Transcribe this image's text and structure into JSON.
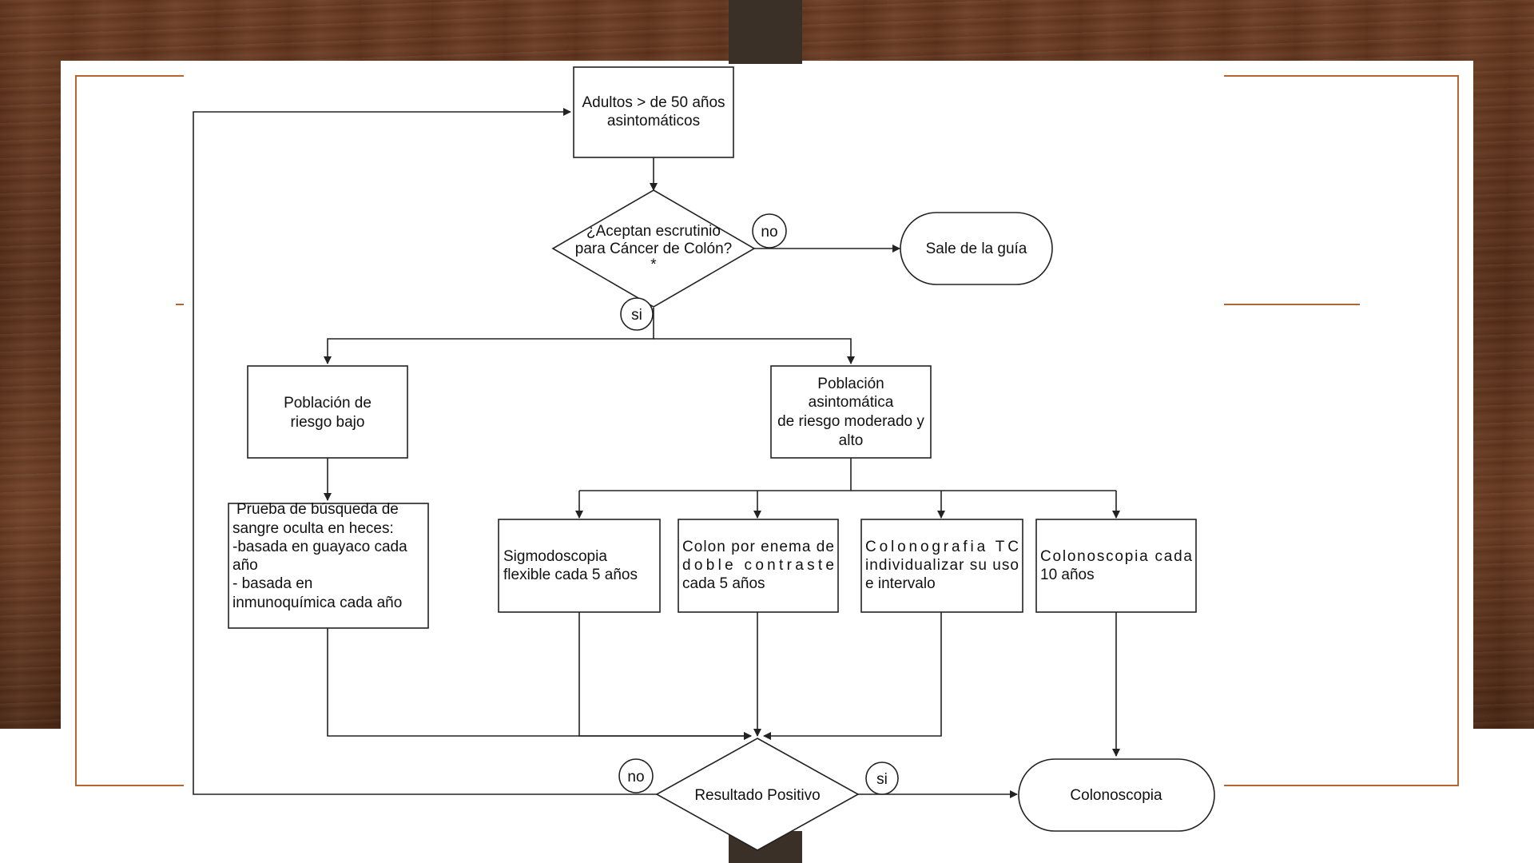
{
  "colors": {
    "frame_accent": "#b5652e",
    "tab": "#3a3028",
    "stroke": "#222222"
  },
  "flow": {
    "start": [
      "Adultos > de 50 años",
      "asintomáticos"
    ],
    "decision1": [
      "¿Aceptan escrutinio",
      "para Cáncer de Colón?",
      "*"
    ],
    "no_label_1": "no",
    "si_label_1": "si",
    "exit": "Sale de la guía",
    "low_risk": [
      "Población de",
      "riesgo bajo"
    ],
    "mod_risk": [
      "Población",
      "asintomática",
      "de riesgo moderado y",
      "alto"
    ],
    "fobt": [
      "Prueba de búsqueda de",
      "sangre oculta en heces:",
      "-basada en guayaco cada",
      "año",
      "- basada en",
      "inmunoquímica cada año"
    ],
    "sigmo": [
      "Sigmodoscopia",
      "flexible cada 5 años"
    ],
    "enema": [
      "Colon por enema de",
      "doble contraste",
      "cada 5 años"
    ],
    "ctc": [
      "Colonografia TC",
      "individualizar su uso",
      "e intervalo"
    ],
    "colono10": [
      "Colonoscopia cada",
      "10 años"
    ],
    "decision2": "Resultado Positivo",
    "no_label_2": "no",
    "si_label_2": "si",
    "end": "Colonoscopia"
  }
}
